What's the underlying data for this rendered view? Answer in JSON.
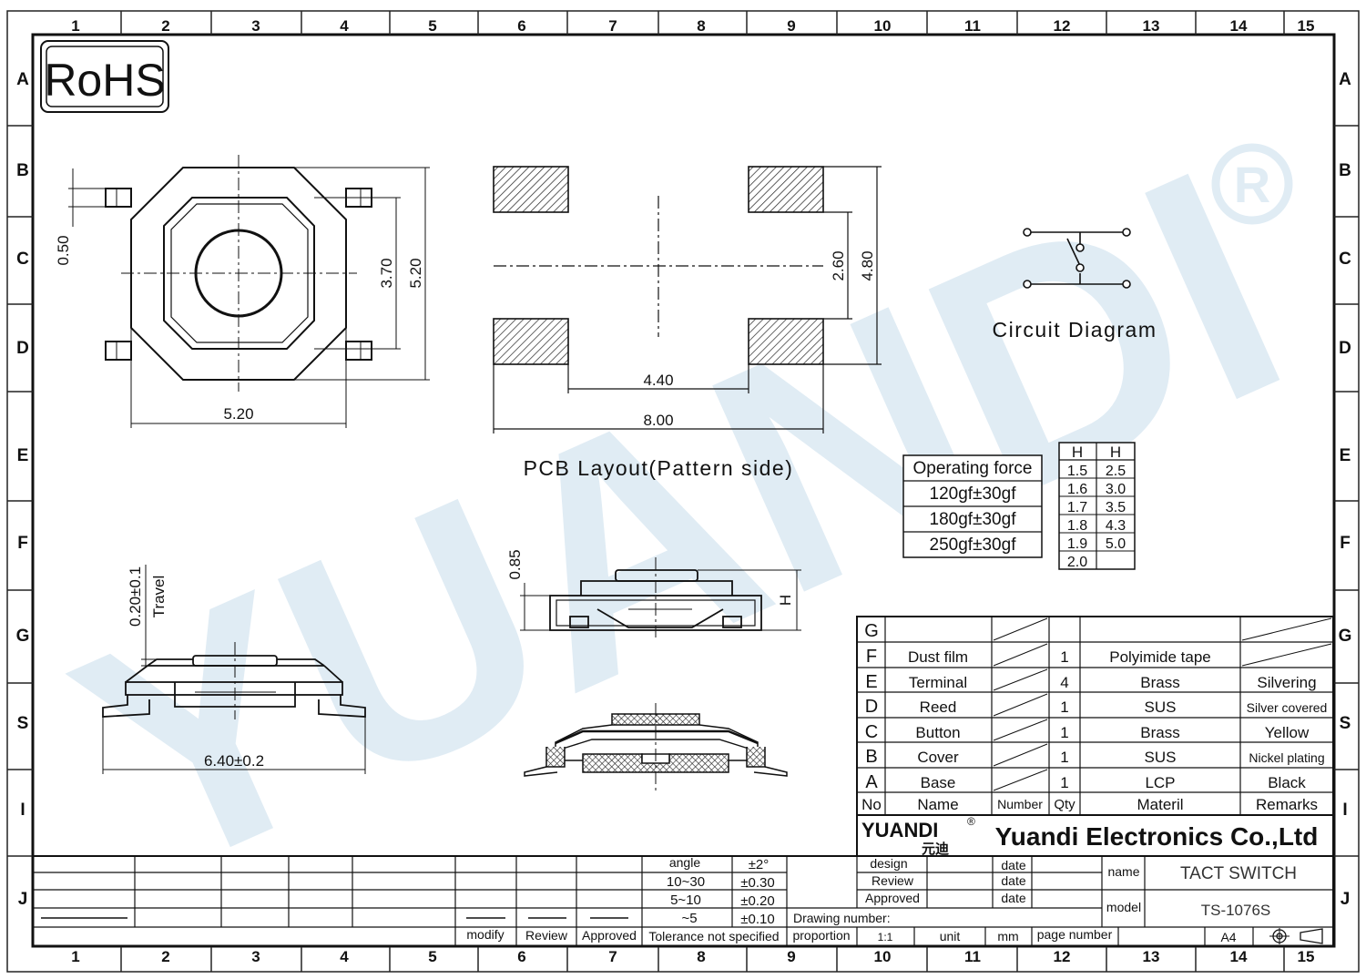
{
  "grid": {
    "columns": [
      "1",
      "2",
      "3",
      "4",
      "5",
      "6",
      "7",
      "8",
      "9",
      "10",
      "11",
      "12",
      "13",
      "14",
      "15"
    ],
    "rows": [
      "A",
      "B",
      "C",
      "D",
      "E",
      "F",
      "G",
      "S",
      "I",
      "J"
    ]
  },
  "rohs_badge": "RoHS",
  "watermark": {
    "text": "YUANDI",
    "registered": "®"
  },
  "top_view": {
    "dim_pin_width": "0.50",
    "dim_inner": "3.70",
    "dim_outer_height": "5.20",
    "dim_width": "5.20"
  },
  "pcb_layout": {
    "dim_pad_spacing_v": "2.60",
    "dim_overall_v": "4.80",
    "dim_inner_h": "4.40",
    "dim_overall_h": "8.00",
    "caption": "PCB Layout(Pattern side)"
  },
  "circuit": {
    "caption": "Circuit Diagram"
  },
  "force_table": {
    "header": "Operating force",
    "rows": [
      "120gf±30gf",
      "180gf±30gf",
      "250gf±30gf"
    ]
  },
  "height_table": {
    "headers": [
      "H",
      "H"
    ],
    "rows": [
      [
        "1.5",
        "2.5"
      ],
      [
        "1.6",
        "3.0"
      ],
      [
        "1.7",
        "3.5"
      ],
      [
        "1.8",
        "4.3"
      ],
      [
        "1.9",
        "5.0"
      ],
      [
        "2.0",
        ""
      ]
    ]
  },
  "side_view": {
    "travel_value": "0.20±0.1",
    "travel_label": "Travel",
    "width": "6.40±0.2"
  },
  "front_view": {
    "dim_top": "0.85",
    "dim_height": "H"
  },
  "bom": {
    "rows": [
      {
        "no": "G",
        "name": "",
        "number": "",
        "qty": "",
        "material": "",
        "remarks": ""
      },
      {
        "no": "F",
        "name": "Dust film",
        "number": "",
        "qty": "1",
        "material": "Polyimide tape",
        "remarks": ""
      },
      {
        "no": "E",
        "name": "Terminal",
        "number": "",
        "qty": "4",
        "material": "Brass",
        "remarks": "Silvering"
      },
      {
        "no": "D",
        "name": "Reed",
        "number": "",
        "qty": "1",
        "material": "SUS",
        "remarks": "Silver covered"
      },
      {
        "no": "C",
        "name": "Button",
        "number": "",
        "qty": "1",
        "material": "Brass",
        "remarks": "Yellow"
      },
      {
        "no": "B",
        "name": "Cover",
        "number": "",
        "qty": "1",
        "material": "SUS",
        "remarks": "Nickel plating"
      },
      {
        "no": "A",
        "name": "Base",
        "number": "",
        "qty": "1",
        "material": "LCP",
        "remarks": "Black"
      }
    ],
    "header": {
      "no": "No",
      "name": "Name",
      "number": "Number",
      "qty": "Qty",
      "material": "Materil",
      "remarks": "Remarks"
    }
  },
  "company": {
    "logo": "YUANDI",
    "logo_cn": "元迪",
    "logo_reg": "®",
    "name": "Yuandi Electronics Co.,Ltd"
  },
  "title_block": {
    "design": "design",
    "review": "Review",
    "approved": "Approved",
    "date": "date",
    "name_label": "name",
    "name_value": "TACT SWITCH",
    "model_label": "model",
    "model_value": "TS-1076S",
    "drawing_number": "Drawing number:",
    "proportion": "proportion",
    "proportion_value": "1:1",
    "unit_label": "unit",
    "unit_value": "mm",
    "page_number": "page number",
    "paper_size": "A4"
  },
  "tolerance": {
    "angle_label": "angle",
    "angle_value": "±2°",
    "rows": [
      [
        "10~30",
        "±0.30"
      ],
      [
        "5~10",
        "±0.20"
      ],
      [
        "~5",
        "±0.10"
      ]
    ],
    "caption": "Tolerance not specified",
    "modify": "modify",
    "review": "Review",
    "approved": "Approved"
  }
}
